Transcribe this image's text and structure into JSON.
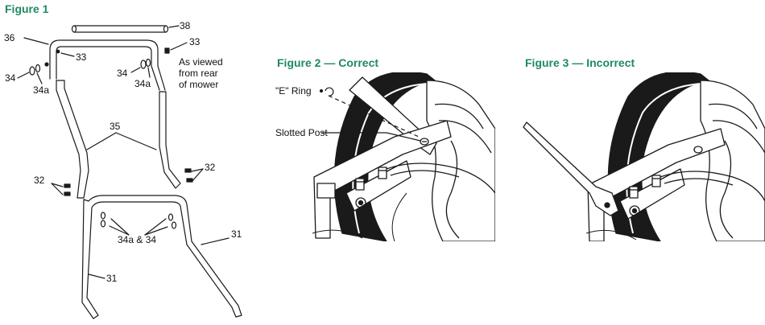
{
  "figure1": {
    "title": "Figure 1",
    "labels": {
      "p38": "38",
      "p36": "36",
      "p33a": "33",
      "p33b": "33",
      "p34a_left": "34",
      "p34a_left_sub": "34a",
      "p34_right": "34",
      "p34a_right_sub": "34a",
      "p35": "35",
      "p32_left": "32",
      "p32_right": "32",
      "p34a34": "34a & 34",
      "p31a": "31",
      "p31b": "31"
    },
    "note_lines": [
      "As viewed",
      "from rear",
      "of mower"
    ]
  },
  "figure2": {
    "title": "Figure 2 — Correct",
    "e_ring_label": "\"E\" Ring",
    "slotted_post_label": "Slotted Post"
  },
  "figure3": {
    "title": "Figure 3 — Incorrect"
  },
  "colors": {
    "title_green": "#1f8a5f",
    "line": "#1a1a1a"
  }
}
